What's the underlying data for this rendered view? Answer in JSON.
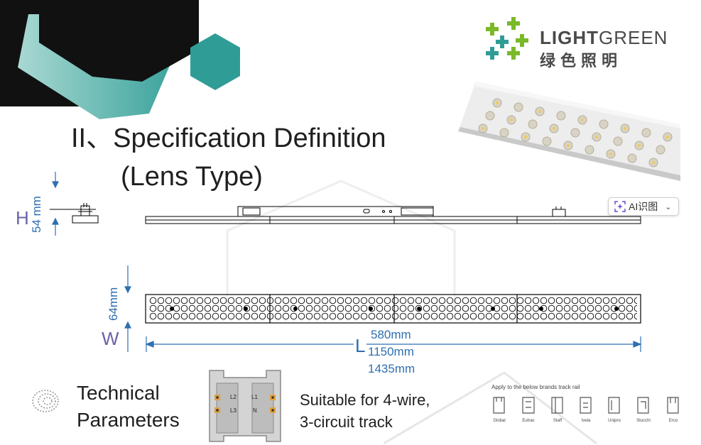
{
  "slide": {
    "title": "II、Specification Definition",
    "subtitle": "(Lens Type)"
  },
  "brand": {
    "name_light": "LIGHT",
    "name_green": "GREEN",
    "name_cn": "绿色照明",
    "colors": {
      "green": "#7ab929",
      "teal": "#2f9d96",
      "dark": "#1a1a1a"
    }
  },
  "dimensions": {
    "height_letter": "H",
    "height_value": "54 mm",
    "width_letter": "W",
    "width_value": "64mm",
    "length_letter": "L",
    "lengths": [
      "580mm",
      "1150mm",
      "1435mm"
    ]
  },
  "ai_button": {
    "label": "AI识图",
    "icon": "ai-scan-icon"
  },
  "technical": {
    "line1": "Technical",
    "line2": "Parameters"
  },
  "track": {
    "labels": {
      "l2": "L2",
      "l3": "L3",
      "l1": "L1",
      "n": "N"
    },
    "suitable_line1": "Suitable for 4-wire,",
    "suitable_line2": "3-circuit track"
  },
  "brands_panel": {
    "title": "Apply to the below brands track rail",
    "items": [
      "Global",
      "Eutrac",
      "Staff",
      "Ivela",
      "Unipro",
      "Stucchi",
      "Erco"
    ]
  }
}
